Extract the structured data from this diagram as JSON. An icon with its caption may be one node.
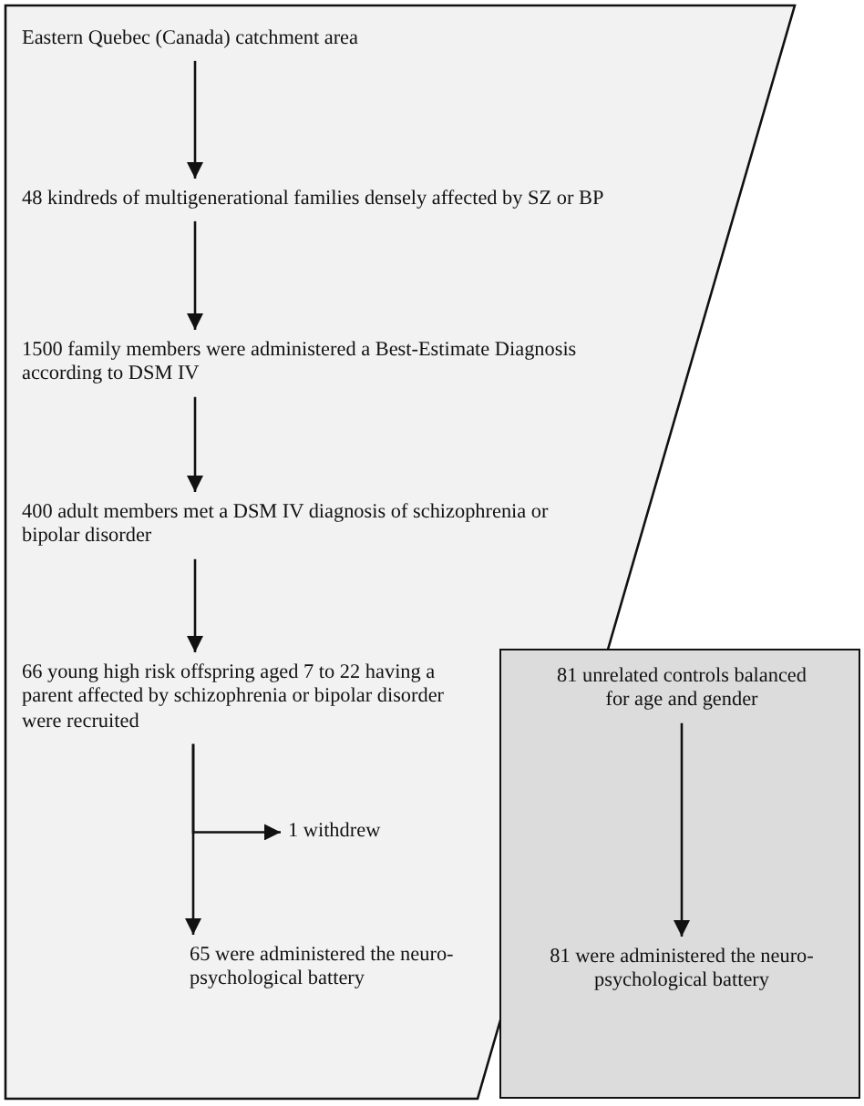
{
  "diagram": {
    "nodes": [
      {
        "text": [],
        "shape": "trapezoid"
      },
      {
        "text": [
          "Eastern Quebec (Canada) catchment area"
        ],
        "in": 0
      },
      {
        "text": [
          "48 kindreds of multigenerational families densely affected by SZ or BP"
        ],
        "in": 0
      },
      {
        "text": [
          "1500 family members were administered a Best-Estimate Diagnosis according to DSM IV"
        ],
        "in": 0
      },
      {
        "text": [
          "400 adult members met a DSM IV diagnosis of schizophrenia or bipolar disorder"
        ],
        "in": 0
      },
      {
        "text": [
          "66 young high risk offspring aged 7 to 22 having a parent affected by schizophrenia or bipolar disorder were recruited"
        ],
        "in": 0
      },
      {
        "text": [
          "1 withdrew"
        ],
        "in": 0
      },
      {
        "text": [
          "65 were administered the neuro-psychological battery"
        ],
        "in": 0
      },
      {
        "text": [],
        "shape": "box"
      },
      {
        "text": [
          "81 unrelated controls balanced for age and gender"
        ],
        "in": 8
      },
      {
        "text": [
          "81 were administered the neuro-psychological battery"
        ],
        "in": 8
      }
    ],
    "edges": [
      {
        "from": 1,
        "to": 2,
        "arrow": "to"
      },
      {
        "from": 2,
        "to": 3,
        "arrow": "to"
      },
      {
        "from": 3,
        "to": 4,
        "arrow": "to"
      },
      {
        "from": 4,
        "to": 5,
        "arrow": "to"
      },
      {
        "from": 5,
        "to": 7,
        "arrow": "to"
      },
      {
        "from": 5,
        "to": 6,
        "arrow": "to"
      },
      {
        "from": 9,
        "to": 10,
        "arrow": "to"
      }
    ]
  }
}
